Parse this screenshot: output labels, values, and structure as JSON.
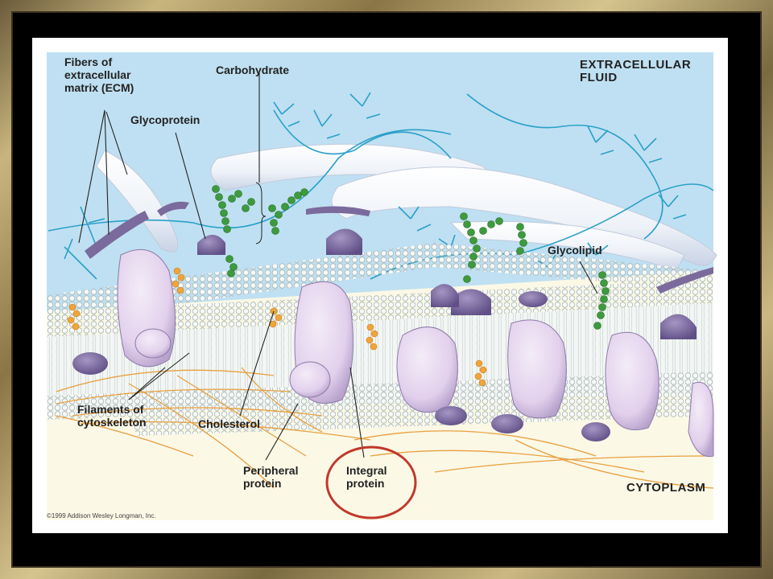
{
  "labels": {
    "fibers_ecm": "Fibers of\nextracellular\nmatrix (ECM)",
    "carbohydrate": "Carbohydrate",
    "glycoprotein": "Glycoprotein",
    "extracellular_fluid": "EXTRACELLULAR\nFLUID",
    "glycolipid": "Glycolipid",
    "filaments_cytoskeleton": "Filaments of\ncytoskeleton",
    "cholesterol": "Cholesterol",
    "peripheral_protein": "Peripheral\nprotein",
    "integral_protein": "Integral\nprotein",
    "cytoplasm": "CYTOPLASM"
  },
  "copyright": "©1999 Addison Wesley Longman, Inc.",
  "colors": {
    "extracellular": "#bfe0f2",
    "cytoplasm": "#fbf8e6",
    "protein": "#e6d6ef",
    "protein_dark": "#7b6a9c",
    "carbohydrate": "#3e9a3e",
    "cholesterol": "#f0a53a",
    "cytoskeleton": "#e8a040",
    "ecm_fiber": "#2aa0c8",
    "highlight_circle": "#c0392b",
    "frame_gold": "#c8b57e"
  }
}
